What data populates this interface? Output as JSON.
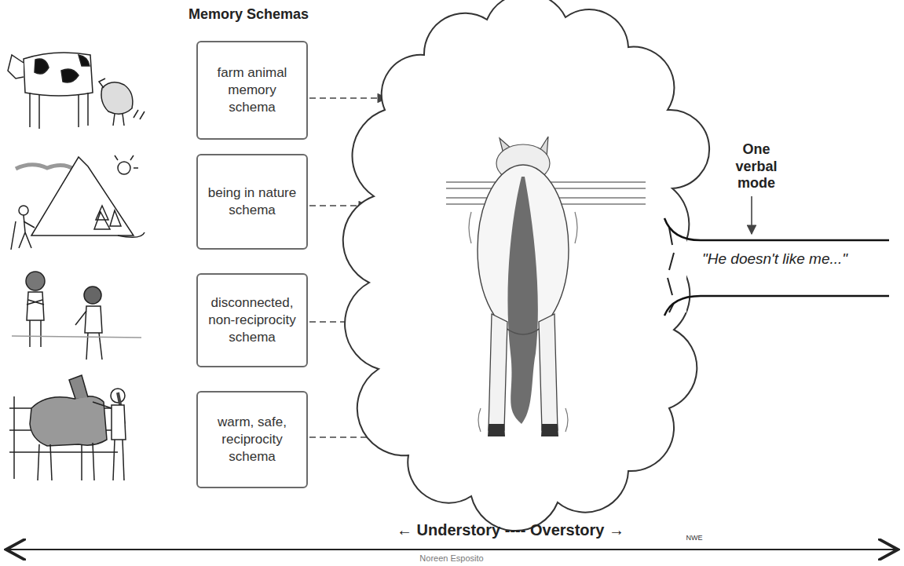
{
  "diagram": {
    "title": "Memory Schemas",
    "nodes": [
      {
        "text": [
          "farm animal memory schema"
        ]
      },
      {
        "text": [
          "being in nature schema"
        ]
      },
      {
        "text": [
          "disconnected, non-reciprocity schema"
        ]
      },
      {
        "text": [
          "warm, safe, reciprocity schema"
        ]
      },
      {
        "text": [
          "One verbal mode",
          "\"He doesn't like me...\""
        ]
      }
    ],
    "labels": [
      "← Understory ---- Overstory →",
      "Noreen Esposito",
      "NWE"
    ]
  }
}
